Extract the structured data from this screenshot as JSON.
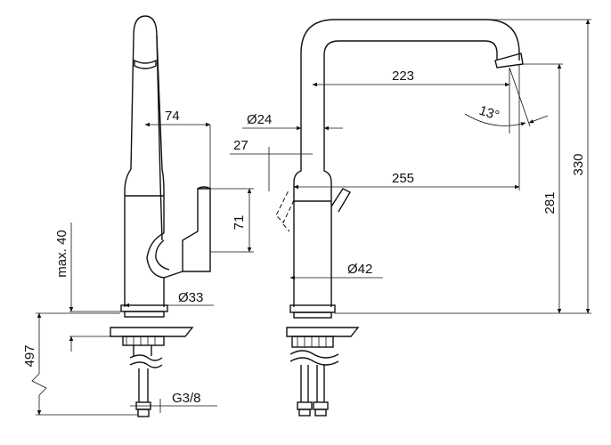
{
  "dimensions": {
    "spout_reach_side": "74",
    "lever_height": "71",
    "max_deck_thickness": "max. 40",
    "body_diameter": "Ø33",
    "total_length": "497",
    "connection_thread": "G3/8",
    "spout_diameter": "Ø24",
    "lever_offset": "27",
    "spout_reach": "223",
    "outlet_angle": "13°",
    "total_reach": "255",
    "outlet_height": "281",
    "total_height": "330",
    "base_diameter": "Ø42"
  }
}
